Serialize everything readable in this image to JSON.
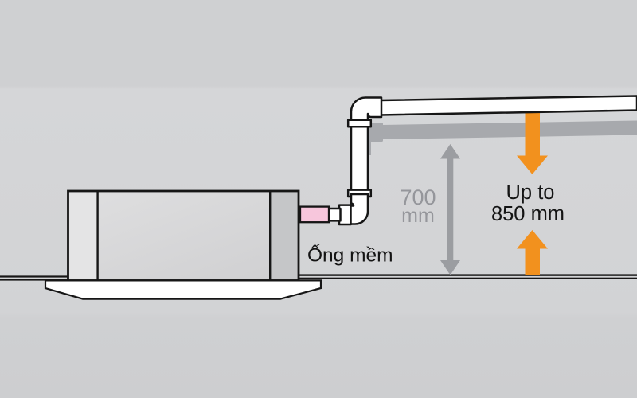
{
  "diagram": {
    "description": "Ceiling cassette air conditioner drain pipe lifting height diagram",
    "background": "#d2d3d5",
    "labels": {
      "flexible_pipe": "Ống mềm",
      "lift_700_value": "700",
      "lift_700_unit": "mm",
      "lift_max_prefix": "Up to",
      "lift_max_value": "850 mm"
    },
    "colors": {
      "accent_orange": "#f2911e",
      "measure_gray": "#9b9da1",
      "measure_text_gray": "#95969b",
      "shadow_pipe_gray": "#a7a9ad",
      "connector_pink": "#f7c6dc",
      "pipe_white": "#ffffff",
      "outline": "#161616",
      "label_black": "#141414"
    }
  }
}
